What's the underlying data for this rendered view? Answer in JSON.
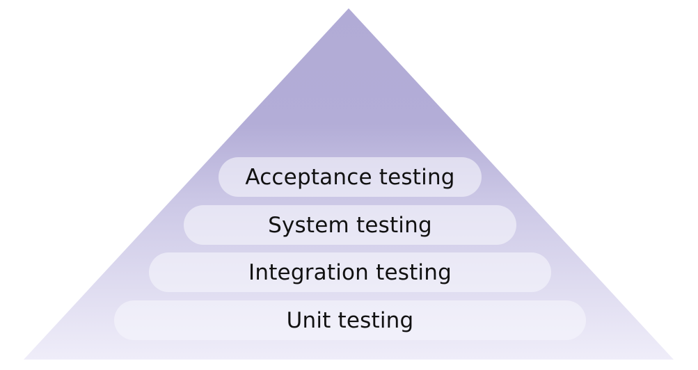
{
  "pyramid": {
    "levels": [
      {
        "label": "Acceptance testing"
      },
      {
        "label": "System testing"
      },
      {
        "label": "Integration testing"
      },
      {
        "label": "Unit testing"
      }
    ],
    "colors": {
      "apex": "#b1abd6",
      "base": "#efedf9",
      "band_fill": "#f6f5fc"
    }
  }
}
